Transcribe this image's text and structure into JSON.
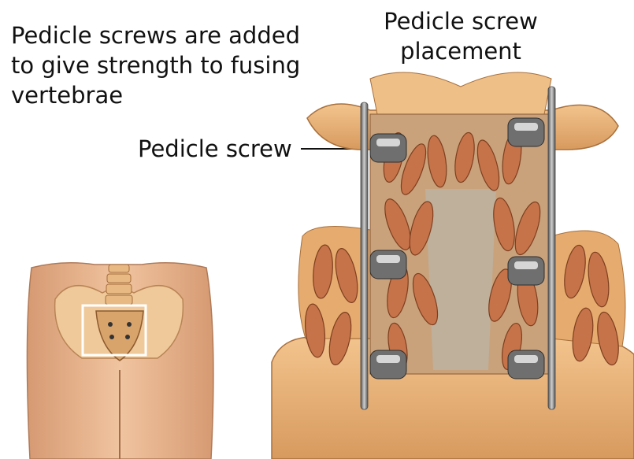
{
  "caption": {
    "line1": "Pedicle screws are added",
    "line2": "to give strength to fusing",
    "line3": "vertebrae"
  },
  "title": {
    "line1": "Pedicle screw",
    "line2": "placement"
  },
  "labels": {
    "pedicle_screw": "Pedicle screw"
  },
  "colors": {
    "bone": "#e9b47c",
    "bone_dark": "#b87a43",
    "muscle": "#c8784a",
    "muscle_edge": "#8a4a26",
    "skin": "#e6b08a",
    "metal": "#7c7c7c",
    "metal_light": "#d9d9d9"
  }
}
